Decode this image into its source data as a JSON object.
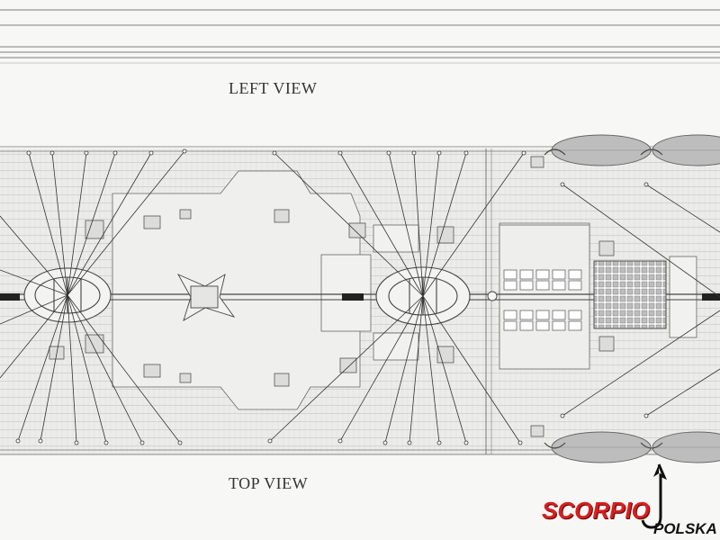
{
  "titles": {
    "left_view": "LEFT VIEW",
    "top_view": "TOP VIEW"
  },
  "watermark": {
    "brand": "SCORPIO",
    "sub": "POLSKA",
    "brand_color": "#d81e1e"
  },
  "colors": {
    "paper": "#f7f7f5",
    "ink": "#3a3a3a",
    "deck": "#e9e9e7",
    "hatch": "#bdbdbb",
    "boat": "#bdbdbd"
  }
}
